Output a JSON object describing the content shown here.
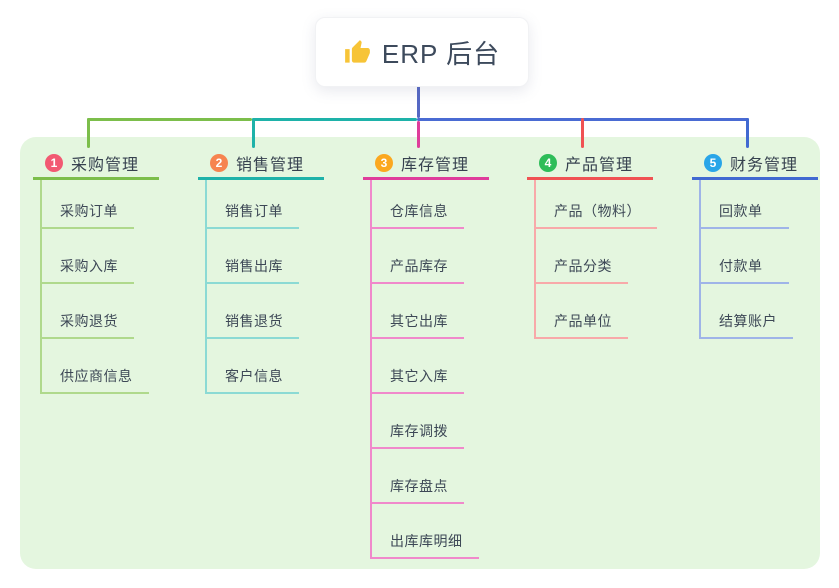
{
  "root": {
    "label": "ERP 后台",
    "icon": "thumbs-up-icon"
  },
  "colors": {
    "panel_bg": "#E4F6DF",
    "root_connector": "#5568C4",
    "trunk_left": "#7CBE4B",
    "trunk_middle": "#1EB2A9",
    "trunk_right": "#4A6BD3"
  },
  "branches": [
    {
      "num": "1",
      "label": "采购管理",
      "badge_color": "#F25972",
      "line_color": "#7CBE4B",
      "child_line_color": "#AFD98C",
      "children": [
        "采购订单",
        "采购入库",
        "采购退货",
        "供应商信息"
      ]
    },
    {
      "num": "2",
      "label": "销售管理",
      "badge_color": "#F68450",
      "line_color": "#1EB2A9",
      "child_line_color": "#8BDAD4",
      "children": [
        "销售订单",
        "销售出库",
        "销售退货",
        "客户信息"
      ]
    },
    {
      "num": "3",
      "label": "库存管理",
      "badge_color": "#FBA81F",
      "line_color": "#DF3D9B",
      "child_line_color": "#F089CB",
      "children": [
        "仓库信息",
        "产品库存",
        "其它出库",
        "其它入库",
        "库存调拨",
        "库存盘点",
        "出库库明细"
      ]
    },
    {
      "num": "4",
      "label": "产品管理",
      "badge_color": "#2EBD59",
      "line_color": "#F05253",
      "child_line_color": "#F8A9A9",
      "children": [
        "产品（物料）",
        "产品分类",
        "产品单位"
      ]
    },
    {
      "num": "5",
      "label": "财务管理",
      "badge_color": "#29A5E8",
      "line_color": "#4169D1",
      "child_line_color": "#9FB4E8",
      "children": [
        "回款单",
        "付款单",
        "结算账户"
      ]
    }
  ]
}
